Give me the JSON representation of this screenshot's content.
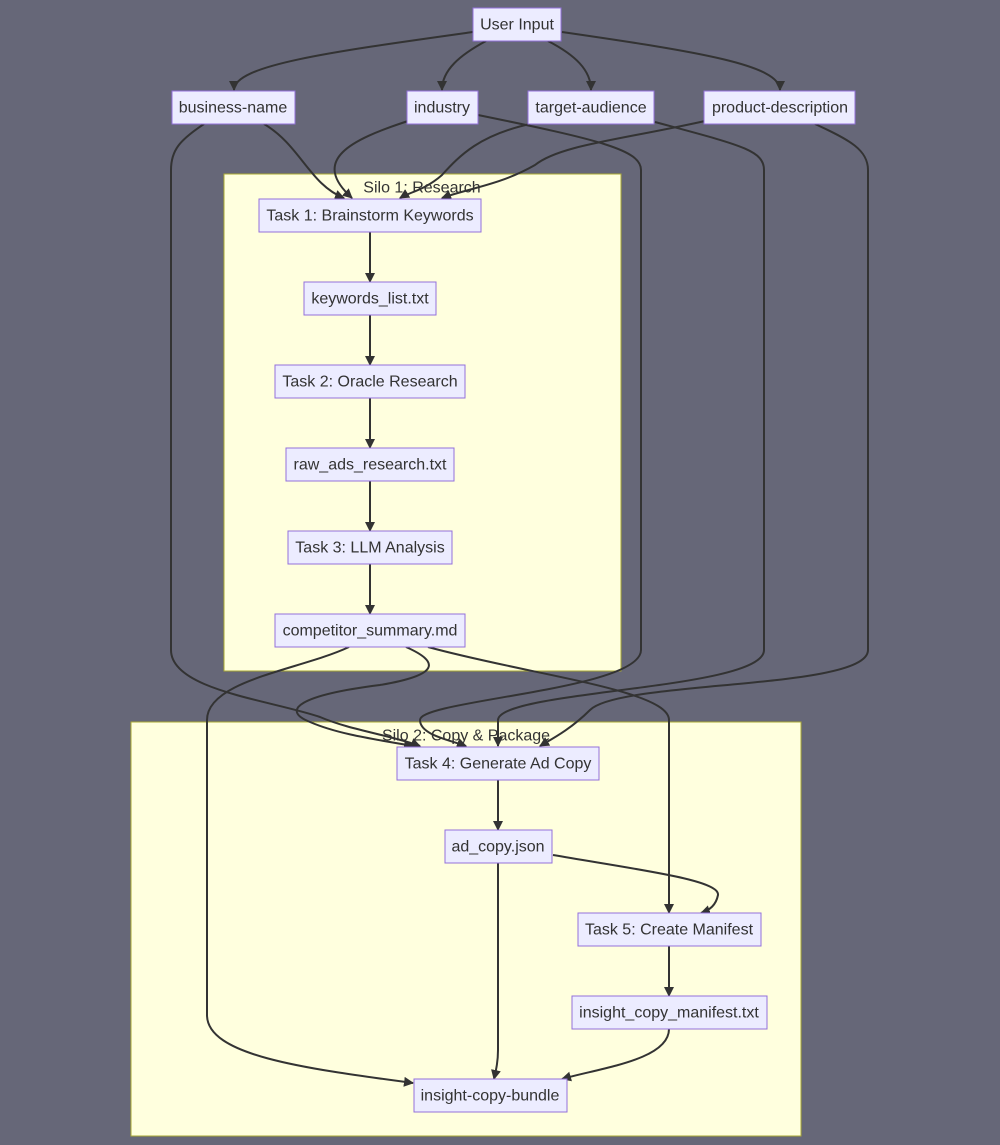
{
  "diagram": {
    "type": "flowchart",
    "colors": {
      "background": "#666778",
      "node_fill": "#ececff",
      "node_stroke": "#9370db",
      "cluster_fill": "#ffffde",
      "cluster_stroke": "#aaaa33",
      "edge": "#333333",
      "text": "#333333"
    },
    "clusters": {
      "silo1": {
        "label": "Silo 1: Research"
      },
      "silo2": {
        "label": "Silo 2: Copy & Package"
      }
    },
    "nodes": {
      "user_input": {
        "label": "User Input"
      },
      "business_name": {
        "label": "business-name"
      },
      "industry": {
        "label": "industry"
      },
      "target_audience": {
        "label": "target-audience"
      },
      "product_description": {
        "label": "product-description"
      },
      "task1": {
        "label": "Task 1: Brainstorm Keywords"
      },
      "keywords_list": {
        "label": "keywords_list.txt"
      },
      "task2": {
        "label": "Task 2: Oracle Research"
      },
      "raw_ads": {
        "label": "raw_ads_research.txt"
      },
      "task3": {
        "label": "Task 3: LLM Analysis"
      },
      "competitor_summary": {
        "label": "competitor_summary.md"
      },
      "task4": {
        "label": "Task 4: Generate Ad Copy"
      },
      "ad_copy": {
        "label": "ad_copy.json"
      },
      "task5": {
        "label": "Task 5: Create Manifest"
      },
      "manifest": {
        "label": "insight_copy_manifest.txt"
      },
      "bundle": {
        "label": "insight-copy-bundle"
      }
    },
    "edges": [
      {
        "from": "user_input",
        "to": "business_name"
      },
      {
        "from": "user_input",
        "to": "industry"
      },
      {
        "from": "user_input",
        "to": "target_audience"
      },
      {
        "from": "user_input",
        "to": "product_description"
      },
      {
        "from": "business_name",
        "to": "task1"
      },
      {
        "from": "industry",
        "to": "task1"
      },
      {
        "from": "target_audience",
        "to": "task1"
      },
      {
        "from": "product_description",
        "to": "task1"
      },
      {
        "from": "task1",
        "to": "keywords_list"
      },
      {
        "from": "keywords_list",
        "to": "task2"
      },
      {
        "from": "task2",
        "to": "raw_ads"
      },
      {
        "from": "raw_ads",
        "to": "task3"
      },
      {
        "from": "task3",
        "to": "competitor_summary"
      },
      {
        "from": "business_name",
        "to": "task4"
      },
      {
        "from": "industry",
        "to": "task4"
      },
      {
        "from": "target_audience",
        "to": "task4"
      },
      {
        "from": "product_description",
        "to": "task4"
      },
      {
        "from": "competitor_summary",
        "to": "task4"
      },
      {
        "from": "task4",
        "to": "ad_copy"
      },
      {
        "from": "ad_copy",
        "to": "task5"
      },
      {
        "from": "competitor_summary",
        "to": "task5"
      },
      {
        "from": "task5",
        "to": "manifest"
      },
      {
        "from": "competitor_summary",
        "to": "bundle"
      },
      {
        "from": "ad_copy",
        "to": "bundle"
      },
      {
        "from": "manifest",
        "to": "bundle"
      }
    ]
  }
}
